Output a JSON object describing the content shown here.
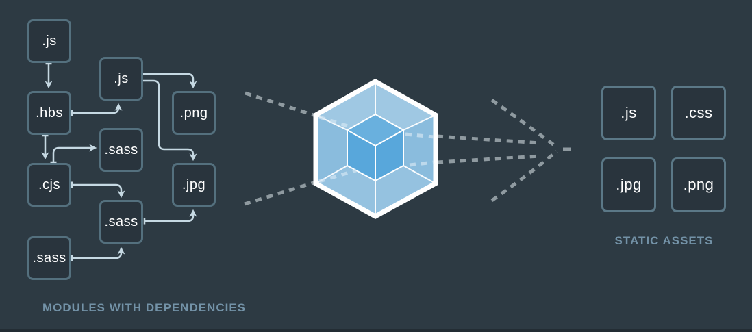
{
  "captions": {
    "left": "MODULES WITH DEPENDENCIES",
    "right": "STATIC ASSETS"
  },
  "nodes": {
    "left": [
      {
        "id": "js-top-left",
        "label": ".js"
      },
      {
        "id": "hbs",
        "label": ".hbs"
      },
      {
        "id": "cjs",
        "label": ".cjs"
      },
      {
        "id": "sass-bottom-left",
        "label": ".sass"
      },
      {
        "id": "js-middle",
        "label": ".js"
      },
      {
        "id": "sass-top",
        "label": ".sass"
      },
      {
        "id": "sass-middle",
        "label": ".sass"
      },
      {
        "id": "png",
        "label": ".png"
      },
      {
        "id": "jpg",
        "label": ".jpg"
      }
    ],
    "right": [
      {
        "id": "asset-js",
        "label": ".js"
      },
      {
        "id": "asset-css",
        "label": ".css"
      },
      {
        "id": "asset-jpg",
        "label": ".jpg"
      },
      {
        "id": "asset-png",
        "label": ".png"
      }
    ]
  },
  "edges": [
    {
      "from": "js-top-left",
      "to": "hbs"
    },
    {
      "from": "hbs",
      "to": "js-middle"
    },
    {
      "from": "hbs",
      "to": "cjs"
    },
    {
      "from": "js-middle",
      "to": "png"
    },
    {
      "from": "js-middle",
      "to": "jpg"
    },
    {
      "from": "cjs",
      "to": "sass-top"
    },
    {
      "from": "cjs",
      "to": "sass-middle"
    },
    {
      "from": "sass-bottom-left",
      "to": "sass-middle"
    },
    {
      "from": "sass-middle",
      "to": "jpg"
    }
  ],
  "logo": {
    "name": "webpack-logo"
  },
  "colors": {
    "background": "#2d3a43",
    "module_box_border": "#54707e",
    "asset_box_border": "#5b7887",
    "box_fill": "#29343d",
    "label_text": "#ffffff",
    "caption_text": "#7392a7",
    "connector": "#c6d9e3",
    "dotted_line": "#8f9aa0",
    "cube_outer_fill": "#8abcdd",
    "cube_inner_fill": "#58a7db",
    "cube_edge": "#ffffff"
  }
}
